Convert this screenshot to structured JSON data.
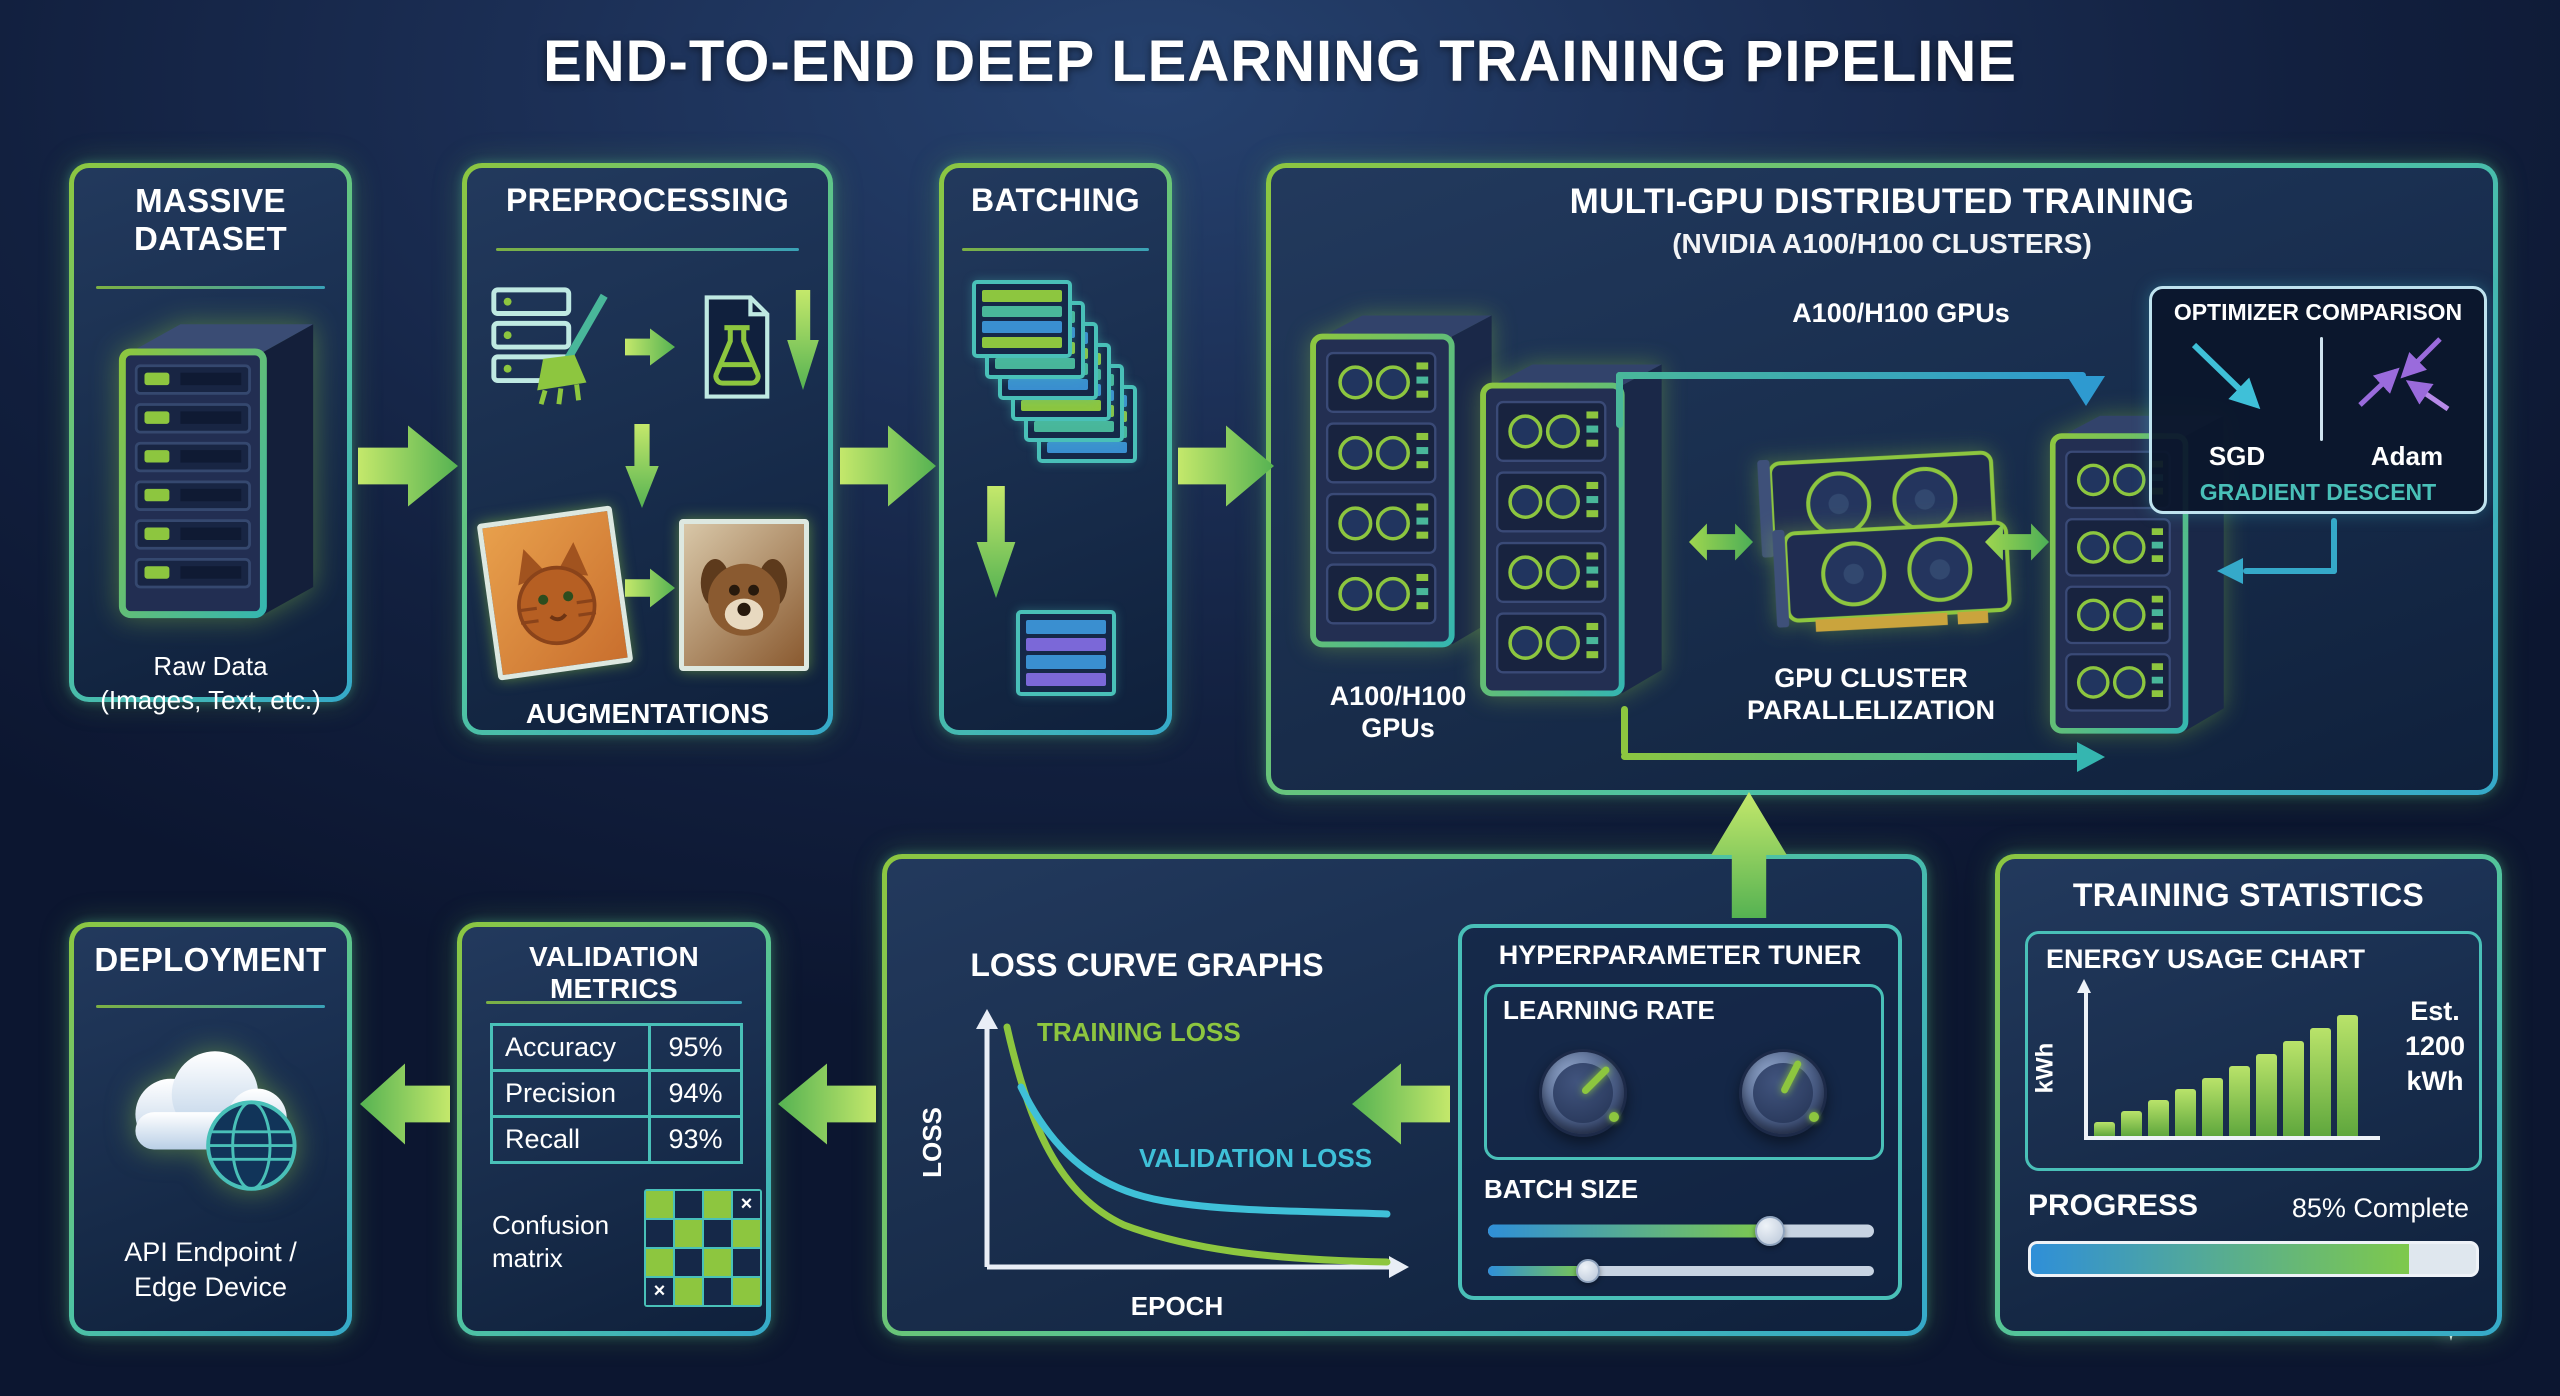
{
  "title": "END-TO-END DEEP LEARNING TRAINING PIPELINE",
  "colors": {
    "accent_green": "#8dc63f",
    "accent_teal": "#49c0b8",
    "accent_blue": "#3a8fd0",
    "accent_purple": "#9a6bdc"
  },
  "dataset": {
    "title": "MASSIVE DATASET",
    "caption_line1": "Raw Data",
    "caption_line2": "(Images, Text, etc.)"
  },
  "preprocessing": {
    "title": "PREPROCESSING",
    "caption": "AUGMENTATIONS"
  },
  "batching": {
    "title": "BATCHING"
  },
  "training": {
    "title": "MULTI-GPU DISTRIBUTED TRAINING",
    "subtitle": "(NVIDIA A100/H100 CLUSTERS)",
    "top_label": "A100/H100 GPUs",
    "racks_label_line1": "A100/H100",
    "racks_label_line2": "GPUs",
    "cluster_label_line1": "GPU CLUSTER",
    "cluster_label_line2": "PARALLELIZATION",
    "optimizer": {
      "title": "OPTIMIZER COMPARISON",
      "left": "SGD",
      "right": "Adam",
      "caption": "GRADIENT DESCENT"
    }
  },
  "deployment": {
    "title": "DEPLOYMENT",
    "caption_line1": "API Endpoint /",
    "caption_line2": "Edge Device"
  },
  "validation": {
    "title": "VALIDATION METRICS",
    "metrics": [
      {
        "label": "Accuracy",
        "value": "95%"
      },
      {
        "label": "Precision",
        "value": "94%"
      },
      {
        "label": "Recall",
        "value": "93%"
      }
    ],
    "confusion_label_line1": "Confusion",
    "confusion_label_line2": "matrix",
    "confusion_grid": [
      [
        "g",
        "d",
        "g",
        "x"
      ],
      [
        "d",
        "g",
        "d",
        "g"
      ],
      [
        "g",
        "d",
        "g",
        "d"
      ],
      [
        "x",
        "g",
        "d",
        "g"
      ]
    ]
  },
  "loss_curves": {
    "title": "LOSS CURVE GRAPHS",
    "training_label": "TRAINING LOSS",
    "validation_label": "VALIDATION LOSS",
    "ylabel": "LOSS",
    "xlabel": "EPOCH"
  },
  "tuner": {
    "title": "HYPERPARAMETER TUNER",
    "learning_rate_label": "LEARNING RATE",
    "batch_size_label": "BATCH SIZE",
    "slider1_percent": 73,
    "slider2_percent": 26
  },
  "stats": {
    "title": "TRAINING STATISTICS",
    "energy_title": "ENERGY USAGE CHART",
    "energy_ylabel": "kWh",
    "energy_bars": [
      14,
      25,
      36,
      47,
      58,
      70,
      82,
      95,
      108,
      121
    ],
    "estimate_line1": "Est.",
    "estimate_line2": "1200",
    "estimate_line3": "kWh",
    "progress_label": "PROGRESS",
    "progress_text": "85% Complete",
    "progress_percent": 85
  }
}
